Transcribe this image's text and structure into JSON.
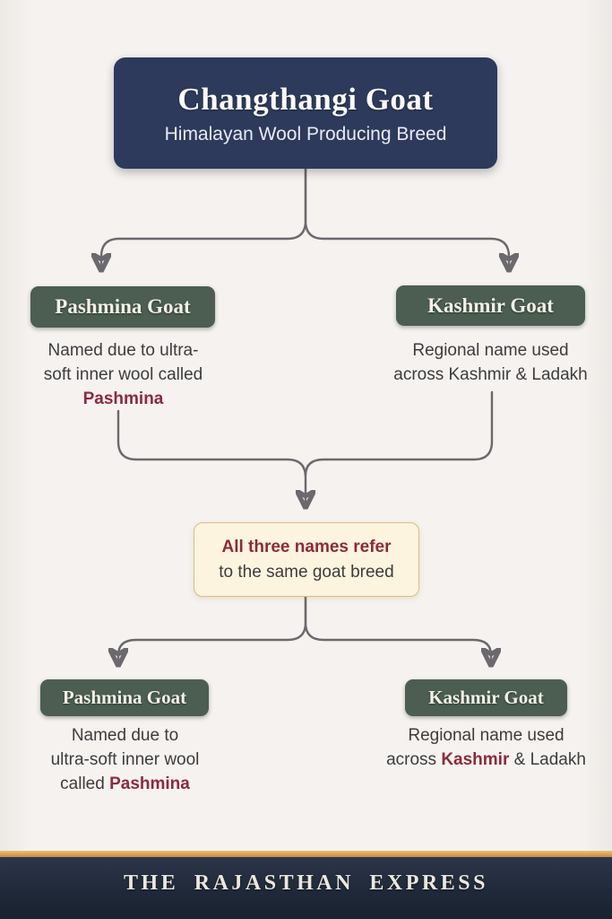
{
  "colors": {
    "background": "#f5f2ef",
    "root_node_bg": "#2d3a5b",
    "breed_node_bg": "#4b5e51",
    "highlight_maroon": "#8a2b3c",
    "body_text": "#3d3c3e",
    "connector": "#6b696e",
    "conclusion_bg": "#fcf4df",
    "conclusion_border": "#dcbc84",
    "footer_bg": "#1f2838",
    "gold_divider": "#d6a352"
  },
  "root_node": {
    "title": "Changthangi Goat",
    "subtitle": "Himalayan Wool Producing Breed"
  },
  "top_branch": {
    "left": {
      "label": "Pashmina Goat",
      "note_line1": "Named due to ultra-",
      "note_line2": "soft inner wool called",
      "note_highlight": "Pashmina"
    },
    "right": {
      "label": "Kashmir Goat",
      "note_line1": "Regional name used",
      "note_line2": "across Kashmir & Ladakh"
    }
  },
  "center_node": {
    "line1": "All three names refer",
    "line2": "to the same goat breed"
  },
  "bottom_branch": {
    "left": {
      "label": "Pashmina Goat",
      "note_line1": "Named due to",
      "note_line2": "ultra-soft inner wool",
      "note_line3_prefix": "called ",
      "note_highlight": "Pashmina"
    },
    "right": {
      "label": "Kashmir Goat",
      "note_line1": "Regional name used",
      "note_line2_prefix": "across ",
      "note_highlight": "Kashmir",
      "note_line2_suffix": " & Ladakh"
    }
  },
  "footer": {
    "brand": "THE RAJASTHAN EXPRESS"
  }
}
